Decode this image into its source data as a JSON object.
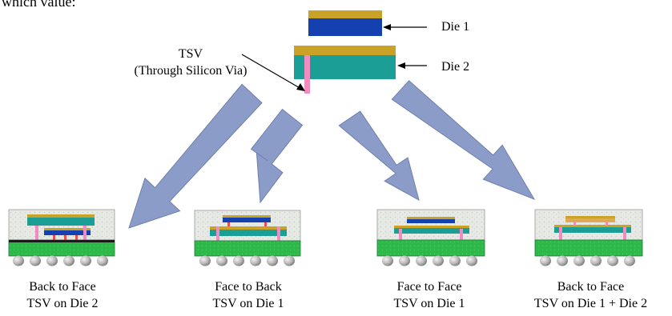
{
  "intro_text": "which value:",
  "stack": {
    "die1_label": "Die 1",
    "die2_label": "Die 2",
    "tsv_label_line1": "TSV",
    "tsv_label_line2": "(Through Silicon Via)"
  },
  "packages": [
    {
      "line1": "Back to Face",
      "line2": "TSV on Die 2"
    },
    {
      "line1": "Face to Back",
      "line2": "TSV on Die 1"
    },
    {
      "line1": "Face to Face",
      "line2": "TSV on Die 1"
    },
    {
      "line1": "Back to Face",
      "line2": "TSV on Die 1 + Die 2"
    }
  ],
  "colors": {
    "gold": "#c9a227",
    "die1": "#1540b0",
    "die2": "#1a9e96",
    "tsv": "#f08cc0",
    "arrow": "#8b9cc8",
    "substrate": "#2fb84a",
    "mold": "#e4e8e2"
  }
}
